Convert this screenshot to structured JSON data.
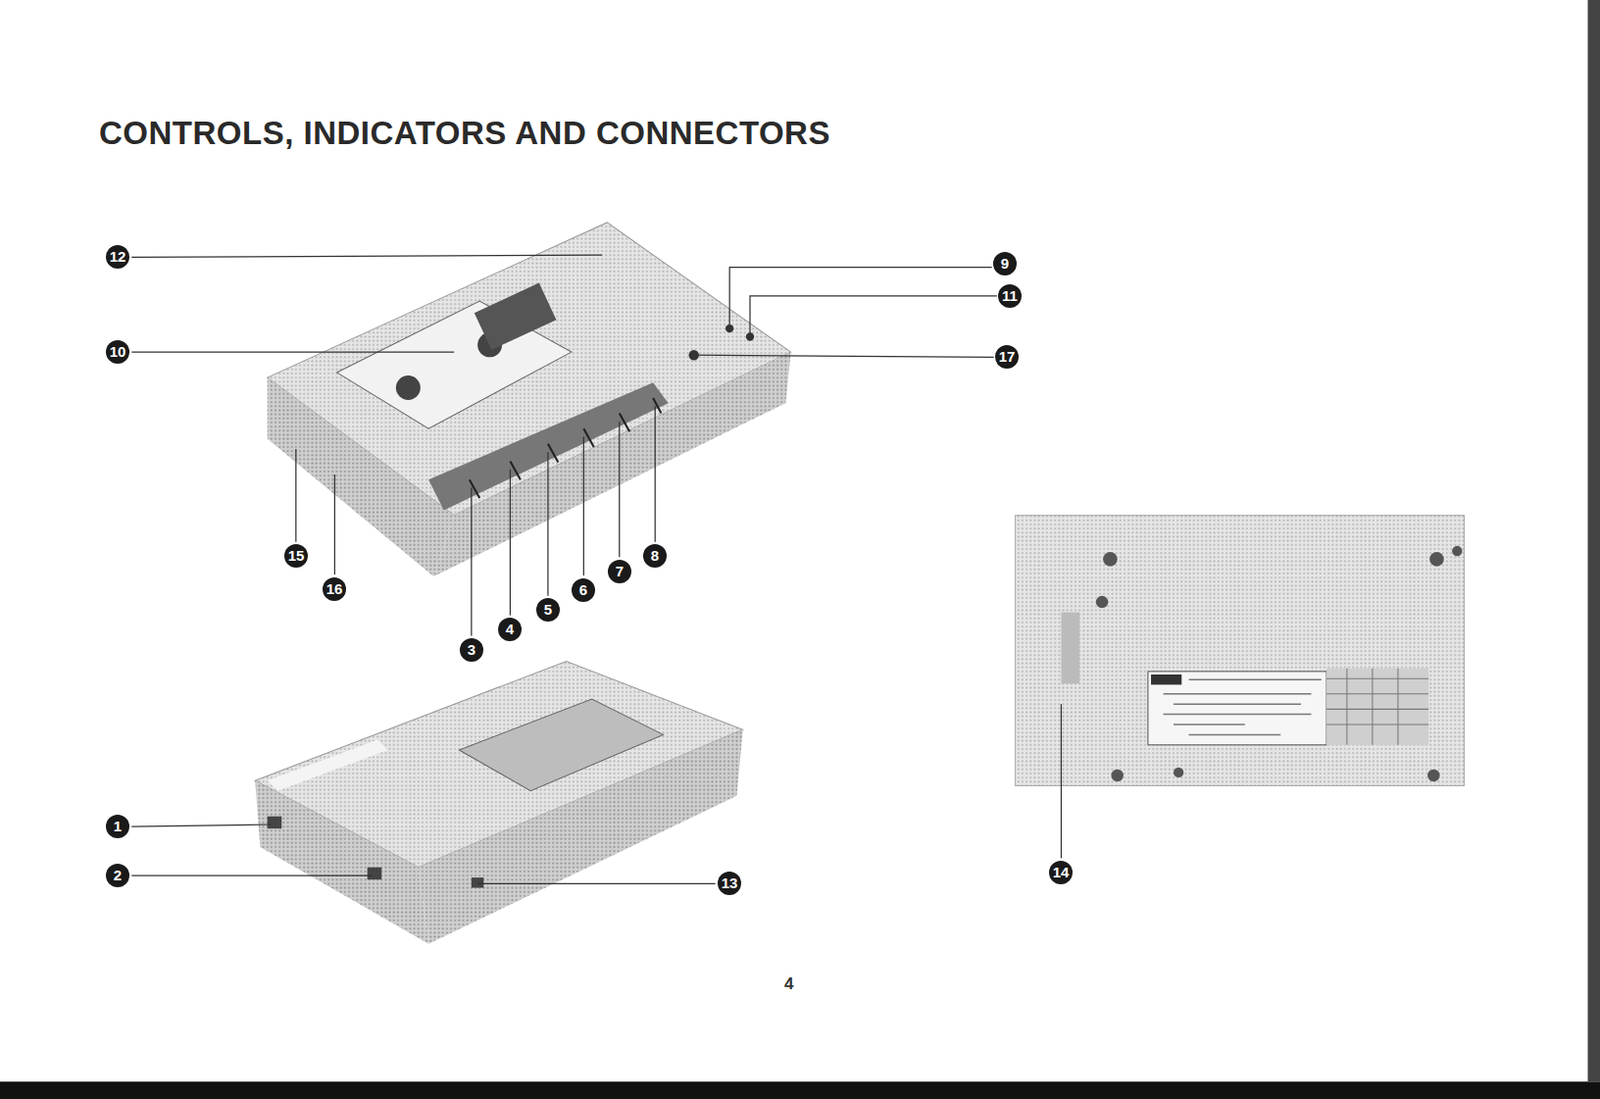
{
  "diagram": {
    "title": "CONTROLS, INDICATORS AND CONNECTORS",
    "labels": [
      "12",
      "10",
      "9",
      "11",
      "17",
      "15",
      "16",
      "3",
      "4",
      "5",
      "6",
      "7",
      "8",
      "1",
      "2",
      "13",
      "14",
      "4"
    ]
  }
}
